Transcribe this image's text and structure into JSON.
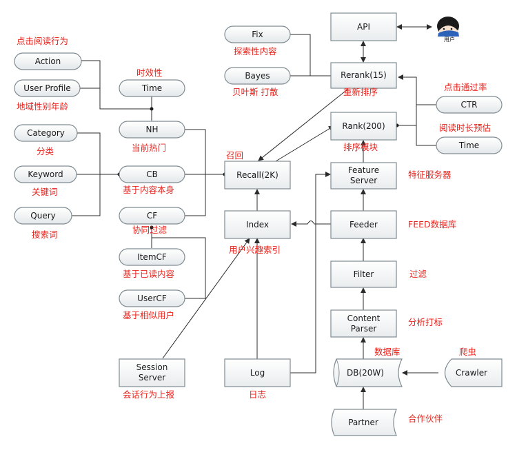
{
  "nodes": {
    "api": "API",
    "api_caption": "用户",
    "fix": "Fix",
    "bayes": "Bayes",
    "rerank": "Rerank(15)",
    "ctr": "CTR",
    "time_right": "Time",
    "rank": "Rank(200)",
    "action": "Action",
    "user_profile": "User Profile",
    "time_left": "Time",
    "nh": "NH",
    "category": "Category",
    "keyword": "Keyword",
    "query": "Query",
    "cb": "CB",
    "recall": "Recall(2K)",
    "feature_server_1": "Feature",
    "feature_server_2": "Server",
    "cf": "CF",
    "index": "Index",
    "feeder": "Feeder",
    "itemcf": "ItemCF",
    "usercf": "UserCF",
    "filter": "Filter",
    "content_parser_1": "Content",
    "content_parser_2": "Parser",
    "session_server_1": "Session",
    "session_server_2": "Server",
    "log": "Log",
    "db": "DB(20W)",
    "crawler": "Crawler",
    "partner": "Partner"
  },
  "notes": {
    "action": "点击阅读行为",
    "time_left": "时效性",
    "fix": "探索性内容",
    "bayes": "贝叶斯 打散",
    "rerank": "重新排序",
    "ctr": "点击通过率",
    "user_profile": "地域性别年龄",
    "nh": "当前热门",
    "time_right": "阅读时长预估",
    "category": "分类",
    "rank": "排序模块",
    "recall": "召回",
    "keyword": "关键词",
    "cb": "基于内容本身",
    "feature_server": "特征服务器",
    "query": "搜索词",
    "cf": "协同过滤",
    "feeder": "FEED数据库",
    "index": "用户兴趣索引",
    "itemcf": "基于已读内容",
    "filter": "过滤",
    "usercf": "基于相似用户",
    "content_parser": "分析打标",
    "db": "数据库",
    "crawler": "爬虫",
    "session_server": "会话行为上报",
    "log": "日志",
    "partner": "合作伙伴"
  },
  "colors": {
    "annotation": "#e8221b",
    "border": "#7f8c92",
    "line": "#2b2b2b"
  },
  "icons": [
    "user-avatar-icon"
  ]
}
